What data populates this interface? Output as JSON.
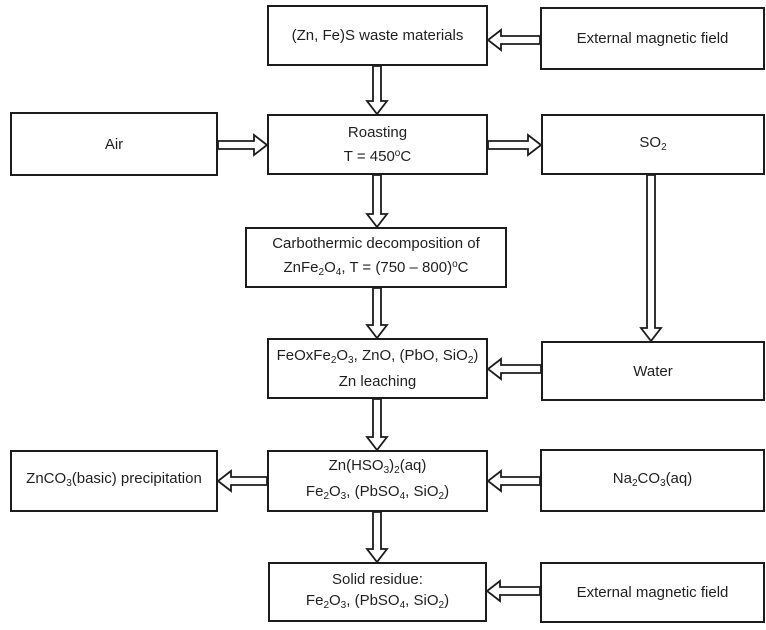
{
  "diagram": {
    "boxes": {
      "waste_materials": {
        "line1": "(Zn, Fe)S waste materials"
      },
      "external_magnetic_field_top": {
        "line1": "External magnetic field"
      },
      "air": {
        "line1": "Air"
      },
      "roasting": {
        "line1": "Roasting",
        "line2": [
          [
            "T = 450",
            ""
          ],
          [
            "o",
            "sup"
          ],
          [
            "C",
            ""
          ]
        ]
      },
      "so2": {
        "line1": [
          [
            "SO",
            ""
          ],
          [
            "2",
            "sub"
          ]
        ]
      },
      "carbothermic": {
        "line1": "Carbothermic decomposition of",
        "line2": [
          [
            "ZnFe",
            ""
          ],
          [
            "2",
            "sub"
          ],
          [
            "O",
            ""
          ],
          [
            "4",
            "sub"
          ],
          [
            ",  T = (750 – 800)",
            ""
          ],
          [
            "o",
            "sup"
          ],
          [
            "C",
            ""
          ]
        ]
      },
      "oxides_leaching": {
        "line1": [
          [
            "FeOxFe",
            ""
          ],
          [
            "2",
            "sub"
          ],
          [
            "O",
            ""
          ],
          [
            "3",
            "sub"
          ],
          [
            ", ZnO, (PbO, SiO",
            ""
          ],
          [
            "2",
            "sub"
          ],
          [
            ")",
            ""
          ]
        ],
        "line2": "Zn leaching"
      },
      "water": {
        "line1": "Water"
      },
      "znco3_precipitation": {
        "line1": [
          [
            "ZnCO",
            ""
          ],
          [
            "3",
            "sub"
          ],
          [
            "(basic) precipitation",
            ""
          ]
        ]
      },
      "leachate": {
        "line1": [
          [
            "Zn(HSO",
            ""
          ],
          [
            "3",
            "sub"
          ],
          [
            ")",
            ""
          ],
          [
            "2",
            "sub"
          ],
          [
            "(aq)",
            ""
          ]
        ],
        "line2": [
          [
            "Fe",
            ""
          ],
          [
            "2",
            "sub"
          ],
          [
            "O",
            ""
          ],
          [
            "3",
            "sub"
          ],
          [
            ", (PbSO",
            ""
          ],
          [
            "4",
            "sub"
          ],
          [
            ", SiO",
            ""
          ],
          [
            "2",
            "sub"
          ],
          [
            ")",
            ""
          ]
        ]
      },
      "na2co3": {
        "line1": [
          [
            "Na",
            ""
          ],
          [
            "2",
            "sub"
          ],
          [
            "CO",
            ""
          ],
          [
            "3",
            "sub"
          ],
          [
            "(aq)",
            ""
          ]
        ]
      },
      "solid_residue": {
        "line1": "Solid residue:",
        "line2": [
          [
            "Fe",
            ""
          ],
          [
            "2",
            "sub"
          ],
          [
            "O",
            ""
          ],
          [
            "3",
            "sub"
          ],
          [
            ", (PbSO",
            ""
          ],
          [
            "4",
            "sub"
          ],
          [
            ", SiO",
            ""
          ],
          [
            "2",
            "sub"
          ],
          [
            ")",
            ""
          ]
        ]
      },
      "external_magnetic_field_bottom": {
        "line1": "External magnetic field"
      }
    },
    "colors": {
      "border": "#1c1c1c",
      "text": "#1f1f1f",
      "background": "#ffffff",
      "arrow_fill": "#ffffff",
      "arrow_stroke": "#1c1c1c"
    }
  }
}
